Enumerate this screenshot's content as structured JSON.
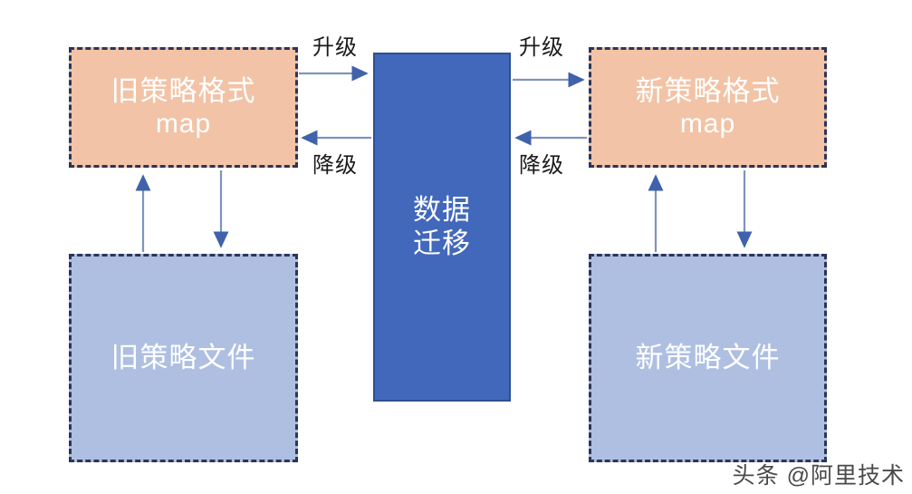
{
  "diagram": {
    "nodes": {
      "old_policy_map": {
        "line1": "旧策略格式",
        "line2": "map"
      },
      "new_policy_map": {
        "line1": "新策略格式",
        "line2": "map"
      },
      "old_policy_file": {
        "line1": "旧策略文件"
      },
      "new_policy_file": {
        "line1": "新策略文件"
      },
      "data_migration": {
        "line1": "数据",
        "line2": "迁移"
      }
    },
    "edge_labels": {
      "upgrade_left": "升级",
      "downgrade_left": "降级",
      "upgrade_right": "升级",
      "downgrade_right": "降级"
    },
    "colors": {
      "orange_fill": "#f2c3a6",
      "lightblue_fill": "#aebfe2",
      "blue_fill": "#4268bc",
      "dashed_border": "#2c3557",
      "solid_border": "#2f4f8f",
      "arrow": "#3f62ab",
      "arrow_line": "#7f93bf",
      "label_text": "#1a1a1a",
      "node_text": "#ffffff",
      "background": "#ffffff"
    }
  },
  "watermark": {
    "text": "头条 @阿里技术"
  }
}
